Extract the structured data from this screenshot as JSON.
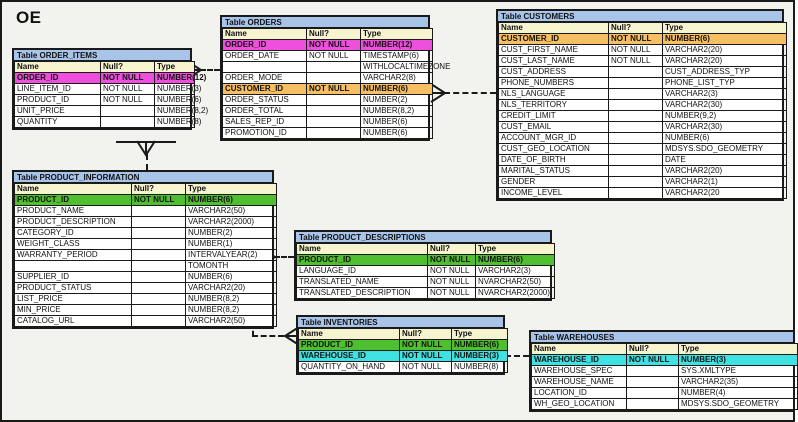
{
  "diagram": {
    "title": "OE",
    "schema_name": "OE",
    "type": "entity-relationship-diagram",
    "column_headers": [
      "Name",
      "Null?",
      "Type"
    ],
    "not_null_label": "NOT NULL",
    "colors": {
      "table_title_bar": "#a9c4e9",
      "column_header": "#f6f4cf",
      "key_magenta": "#ee4fdd",
      "key_orange": "#f7bf63",
      "key_green": "#4fbf2f",
      "key_cyan": "#3fe2e2",
      "background": "#f2f2ee",
      "border": "#1a1a1a"
    }
  },
  "tables": {
    "order_items": {
      "title": "Table ORDER_ITEMS",
      "columns": [
        {
          "name": "ORDER_ID",
          "null": "NOT NULL",
          "type": "NUMBER(12)",
          "key": "magenta"
        },
        {
          "name": "LINE_ITEM_ID",
          "null": "NOT NULL",
          "type": "NUMBER(3)",
          "key": ""
        },
        {
          "name": "PRODUCT_ID",
          "null": "NOT NULL",
          "type": "NUMBER(6)",
          "key": ""
        },
        {
          "name": "UNIT_PRICE",
          "null": "",
          "type": "NUMBER(8,2)",
          "key": ""
        },
        {
          "name": "QUANTITY",
          "null": "",
          "type": "NUMBER(8)",
          "key": ""
        }
      ]
    },
    "orders": {
      "title": "Table ORDERS",
      "columns": [
        {
          "name": "ORDER_ID",
          "null": "NOT NULL",
          "type": "NUMBER(12)",
          "key": "magenta"
        },
        {
          "name": "ORDER_DATE",
          "null": "NOT NULL",
          "type": "TIMESTAMP(6)",
          "key": ""
        },
        {
          "name": "",
          "null": "",
          "type": "WITHLOCALTIMEZONE",
          "key": "",
          "cont": true
        },
        {
          "name": "ORDER_MODE",
          "null": "",
          "type": "VARCHAR2(8)",
          "key": ""
        },
        {
          "name": "CUSTOMER_ID",
          "null": "NOT NULL",
          "type": "NUMBER(6)",
          "key": "orange"
        },
        {
          "name": "ORDER_STATUS",
          "null": "",
          "type": "NUMBER(2)",
          "key": ""
        },
        {
          "name": "ORDER_TOTAL",
          "null": "",
          "type": "NUMBER(8,2)",
          "key": ""
        },
        {
          "name": "SALES_REP_ID",
          "null": "",
          "type": "NUMBER(6)",
          "key": ""
        },
        {
          "name": "PROMOTION_ID",
          "null": "",
          "type": "NUMBER(6)",
          "key": ""
        }
      ]
    },
    "customers": {
      "title": "Table CUSTOMERS",
      "columns": [
        {
          "name": "CUSTOMER_ID",
          "null": "NOT NULL",
          "type": "NUMBER(6)",
          "key": "orange"
        },
        {
          "name": "CUST_FIRST_NAME",
          "null": "NOT NULL",
          "type": "VARCHAR2(20)",
          "key": ""
        },
        {
          "name": "CUST_LAST_NAME",
          "null": "NOT NULL",
          "type": "VARCHAR2(20)",
          "key": ""
        },
        {
          "name": "CUST_ADDRESS",
          "null": "",
          "type": "CUST_ADDRESS_TYP",
          "key": ""
        },
        {
          "name": "PHONE_NUMBERS",
          "null": "",
          "type": "PHONE_LIST_TYP",
          "key": ""
        },
        {
          "name": "NLS_LANGUAGE",
          "null": "",
          "type": "VARCHAR2(3)",
          "key": ""
        },
        {
          "name": "NLS_TERRITORY",
          "null": "",
          "type": "VARCHAR2(30)",
          "key": ""
        },
        {
          "name": "CREDIT_LIMIT",
          "null": "",
          "type": "NUMBER(9,2)",
          "key": ""
        },
        {
          "name": "CUST_EMAIL",
          "null": "",
          "type": "VARCHAR2(30)",
          "key": ""
        },
        {
          "name": "ACCOUNT_MGR_ID",
          "null": "",
          "type": "NUMBER(6)",
          "key": ""
        },
        {
          "name": "CUST_GEO_LOCATION",
          "null": "",
          "type": "MDSYS.SDO_GEOMETRY",
          "key": ""
        },
        {
          "name": "DATE_OF_BIRTH",
          "null": "",
          "type": "DATE",
          "key": ""
        },
        {
          "name": "MARITAL_STATUS",
          "null": "",
          "type": "VARCHAR2(20)",
          "key": ""
        },
        {
          "name": "GENDER",
          "null": "",
          "type": "VARCHAR2(1)",
          "key": ""
        },
        {
          "name": "INCOME_LEVEL",
          "null": "",
          "type": "VARCHAR2(20",
          "key": ""
        }
      ]
    },
    "product_information": {
      "title": "Table PRODUCT_INFORMATION",
      "columns": [
        {
          "name": "PRODUCT_ID",
          "null": "NOT NULL",
          "type": "NUMBER(6)",
          "key": "green"
        },
        {
          "name": "PRODUCT_NAME",
          "null": "",
          "type": "VARCHAR2(50)",
          "key": ""
        },
        {
          "name": "PRODUCT_DESCRIPTION",
          "null": "",
          "type": "VARCHAR2(2000)",
          "key": ""
        },
        {
          "name": "CATEGORY_ID",
          "null": "",
          "type": "NUMBER(2)",
          "key": ""
        },
        {
          "name": "WEIGHT_CLASS",
          "null": "",
          "type": "NUMBER(1)",
          "key": ""
        },
        {
          "name": "WARRANTY_PERIOD",
          "null": "",
          "type": "INTERVALYEAR(2)",
          "key": ""
        },
        {
          "name": "",
          "null": "",
          "type": "TOMONTH",
          "key": "",
          "cont": true
        },
        {
          "name": "SUPPLIER_ID",
          "null": "",
          "type": "NUMBER(6)",
          "key": ""
        },
        {
          "name": "PRODUCT_STATUS",
          "null": "",
          "type": "VARCHAR2(20)",
          "key": ""
        },
        {
          "name": "LIST_PRICE",
          "null": "",
          "type": "NUMBER(8,2)",
          "key": ""
        },
        {
          "name": "MIN_PRICE",
          "null": "",
          "type": "NUMBER(8,2)",
          "key": ""
        },
        {
          "name": "CATALOG_URL",
          "null": "",
          "type": "VARCHAR2(50)",
          "key": ""
        }
      ]
    },
    "product_descriptions": {
      "title": "Table PRODUCT_DESCRIPTIONS",
      "columns": [
        {
          "name": "PRODUCT_ID",
          "null": "NOT NULL",
          "type": "NUMBER(6)",
          "key": "green"
        },
        {
          "name": "LANGUAGE_ID",
          "null": "NOT NULL",
          "type": "VARCHAR2(3)",
          "key": ""
        },
        {
          "name": "TRANSLATED_NAME",
          "null": "NOT NULL",
          "type": "NVARCHAR2(50)",
          "key": ""
        },
        {
          "name": "TRANSLATED_DESCRIPTION",
          "null": "NOT NULL",
          "type": "NVARCHAR2(2000)",
          "key": ""
        }
      ]
    },
    "inventories": {
      "title": "Table INVENTORIES",
      "columns": [
        {
          "name": "PRODUCT_ID",
          "null": "NOT NULL",
          "type": "NUMBER(6)",
          "key": "green"
        },
        {
          "name": "WAREHOUSE_ID",
          "null": "NOT NULL",
          "type": "NUMBER(3)",
          "key": "cyan"
        },
        {
          "name": "QUANTITY_ON_HAND",
          "null": "NOT NULL",
          "type": "NUMBER(8)",
          "key": ""
        }
      ]
    },
    "warehouses": {
      "title": "Table WAREHOUSES",
      "columns": [
        {
          "name": "WAREHOUSE_ID",
          "null": "NOT NULL",
          "type": "NUMBER(3)",
          "key": "cyan"
        },
        {
          "name": "WAREHOUSE_SPEC",
          "null": "",
          "type": "SYS.XMLTYPE",
          "key": ""
        },
        {
          "name": "WAREHOUSE_NAME",
          "null": "",
          "type": "VARCHAR2(35)",
          "key": ""
        },
        {
          "name": "LOCATION_ID",
          "null": "",
          "type": "NUMBER(4)",
          "key": ""
        },
        {
          "name": "WH_GEO_LOCATION",
          "null": "",
          "type": "MDSYS.SDO_GEOMETRY",
          "key": ""
        }
      ]
    }
  },
  "relationships": [
    {
      "id": "order_items-orders",
      "from": "order_items",
      "to": "orders",
      "from_key": "ORDER_ID",
      "to_key": "ORDER_ID",
      "style": "dashed"
    },
    {
      "id": "order_items-product_info",
      "from": "order_items",
      "to": "product_information",
      "from_key": "PRODUCT_ID",
      "to_key": "PRODUCT_ID",
      "style": "dashed"
    },
    {
      "id": "orders-customers",
      "from": "orders",
      "to": "customers",
      "from_key": "CUSTOMER_ID",
      "to_key": "CUSTOMER_ID",
      "style": "dashed"
    },
    {
      "id": "product_info-product_desc",
      "from": "product_information",
      "to": "product_descriptions",
      "from_key": "PRODUCT_ID",
      "to_key": "PRODUCT_ID",
      "style": "dashed"
    },
    {
      "id": "product_info-inventories",
      "from": "product_information",
      "to": "inventories",
      "from_key": "PRODUCT_ID",
      "to_key": "PRODUCT_ID",
      "style": "dashed"
    },
    {
      "id": "inventories-warehouses",
      "from": "inventories",
      "to": "warehouses",
      "from_key": "WAREHOUSE_ID",
      "to_key": "WAREHOUSE_ID",
      "style": "dashed"
    }
  ]
}
